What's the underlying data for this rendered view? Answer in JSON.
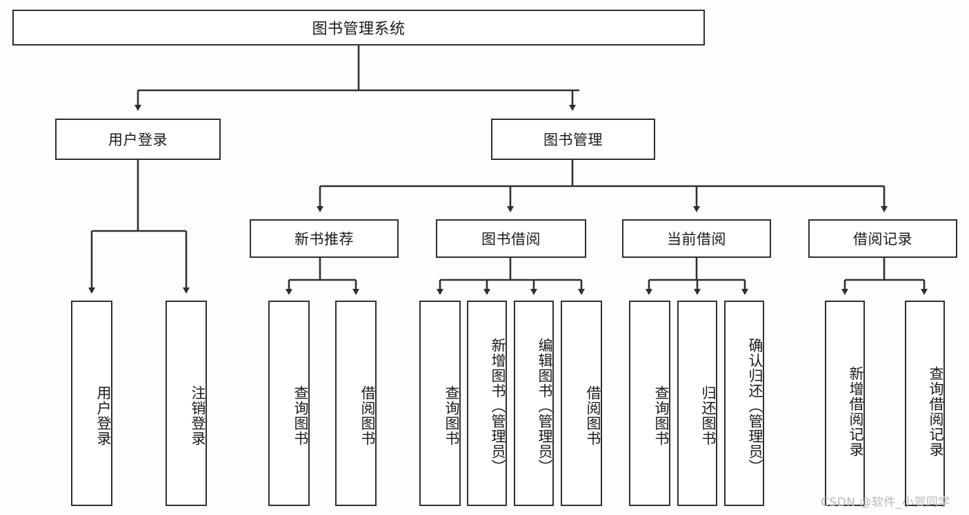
{
  "diagram": {
    "title": "图书管理系统",
    "type": "tree-hierarchy",
    "root": {
      "label": "图书管理系统"
    },
    "level2": [
      {
        "label": "用户登录"
      },
      {
        "label": "图书管理"
      }
    ],
    "level3": [
      {
        "label": "新书推荐"
      },
      {
        "label": "图书借阅"
      },
      {
        "label": "当前借阅"
      },
      {
        "label": "借阅记录"
      }
    ],
    "leaves": {
      "user_login": [
        {
          "label": "用户登录"
        },
        {
          "label": "注销登录"
        }
      ],
      "new_book_recommend": [
        {
          "label": "查询图书"
        },
        {
          "label": "借阅图书"
        }
      ],
      "book_borrow": [
        {
          "label": "查询图书"
        },
        {
          "label": "新增图书（管理员）"
        },
        {
          "label": "编辑图书（管理员）"
        },
        {
          "label": "借阅图书"
        }
      ],
      "current_borrow": [
        {
          "label": "查询图书"
        },
        {
          "label": "归还图书"
        },
        {
          "label": "确认归还（管理员）"
        }
      ],
      "borrow_record": [
        {
          "label": "新增借阅记录"
        },
        {
          "label": "查询借阅记录"
        }
      ]
    }
  },
  "watermark": {
    "text": "CSDN @软件_小贺同学"
  },
  "colors": {
    "border": "#2f2f2f",
    "background": "#fdfdfd",
    "text": "#1a1a1a",
    "watermark": "#b9b9b9"
  }
}
